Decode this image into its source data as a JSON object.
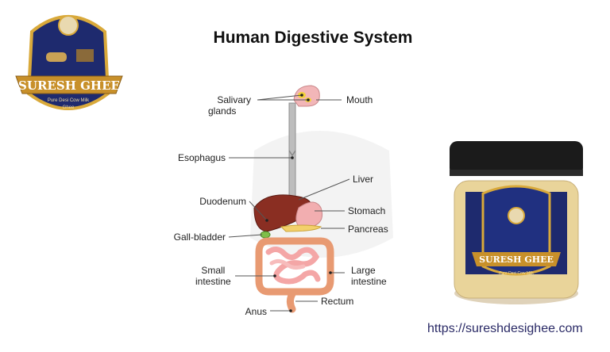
{
  "title": "Human Digestive System",
  "brand": {
    "name": "SURESH GHEE",
    "tagline": "Pure Desi Cow Milk",
    "product": "Ghee",
    "colors": {
      "navy": "#1e2a6e",
      "gold": "#d9a93a",
      "ribbon": "#c8902a"
    }
  },
  "labels": {
    "mouth": "Mouth",
    "salivary_glands": [
      "Salivary",
      "glands"
    ],
    "esophagus": "Esophagus",
    "liver": "Liver",
    "duodenum": "Duodenum",
    "stomach": "Stomach",
    "gall_bladder": "Gall-bladder",
    "pancreas": "Pancreas",
    "small_intestine": [
      "Small",
      "intestine"
    ],
    "large_intestine": [
      "Large",
      "intestine"
    ],
    "rectum": "Rectum",
    "anus": "Anus"
  },
  "website": "https://sureshdesighee.com"
}
